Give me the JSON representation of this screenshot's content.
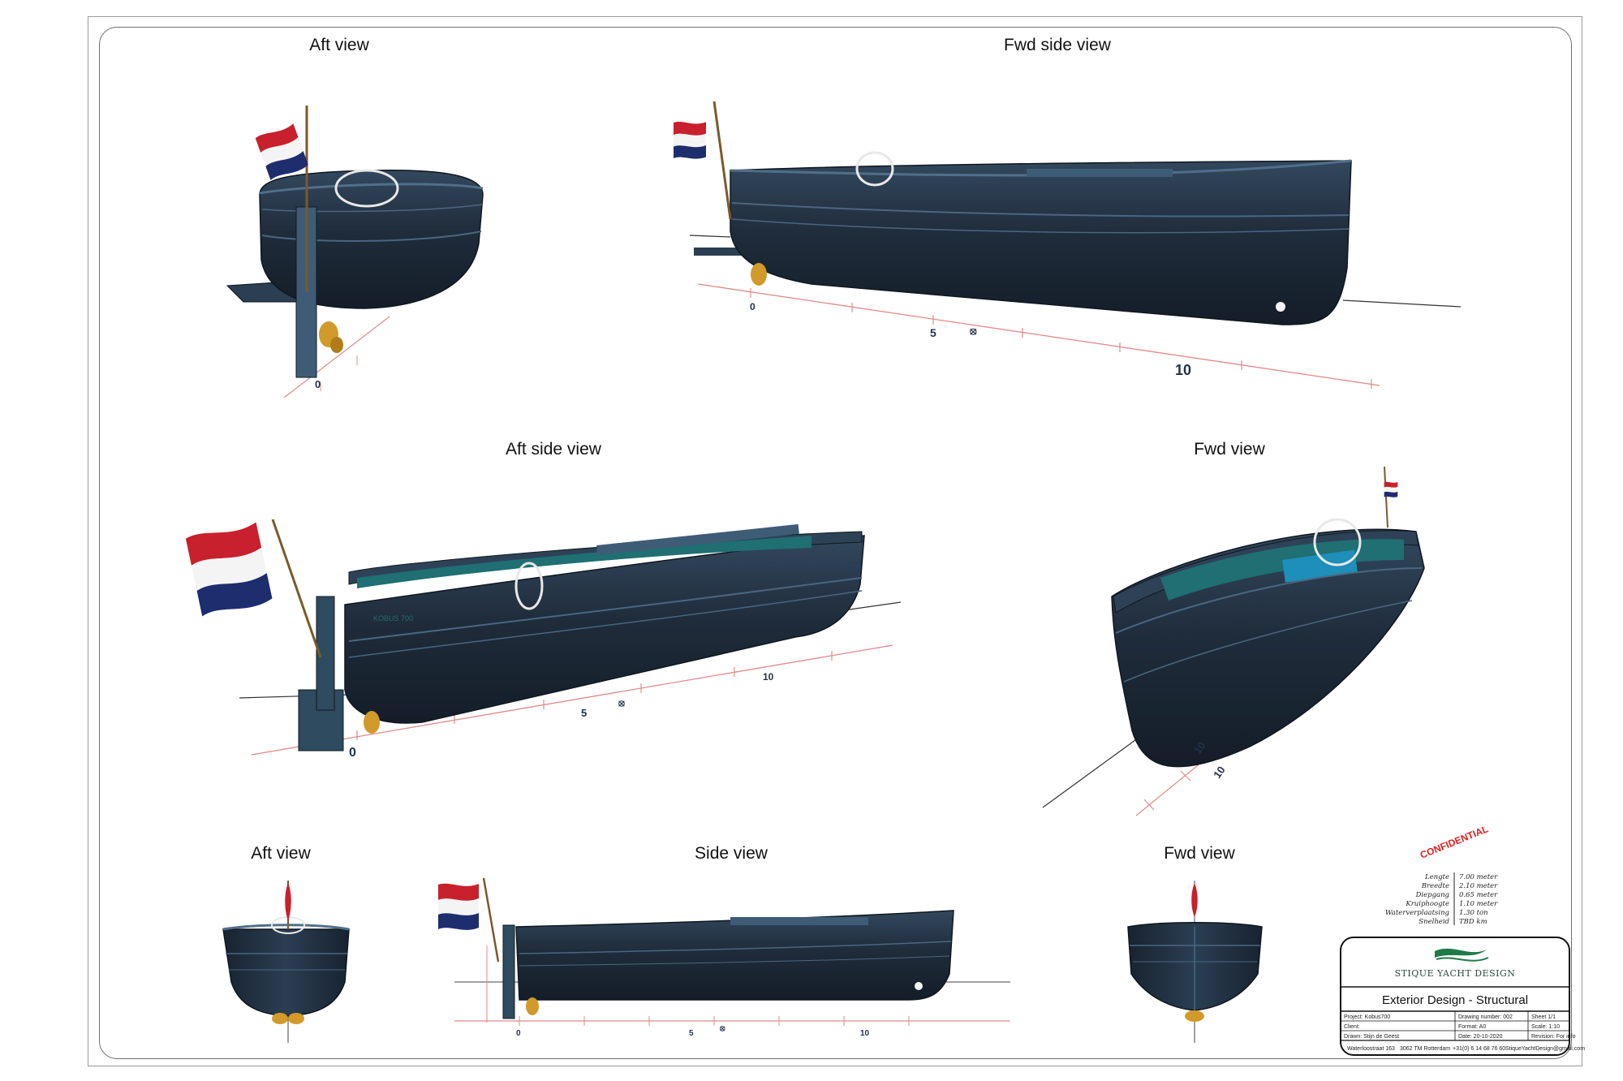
{
  "views": {
    "aft_top": "Aft view",
    "fwd_side": "Fwd side view",
    "aft_side": "Aft side view",
    "fwd_mid": "Fwd view",
    "aft_bottom": "Aft view",
    "side": "Side view",
    "fwd_bottom": "Fwd view"
  },
  "scale_marks": {
    "zero": "0",
    "five": "5",
    "ten": "10",
    "midship": "⦻"
  },
  "hull_name": "KOBUS 700",
  "confidential": "CONFIDENTIAL",
  "specs": [
    {
      "label": "Lengte",
      "value": "7.00 meter"
    },
    {
      "label": "Breedte",
      "value": "2.10 meter"
    },
    {
      "label": "Diepgang",
      "value": "0.65 meter"
    },
    {
      "label": "Kruiphoogte",
      "value": "1.10 meter"
    },
    {
      "label": "Waterverplaatsing",
      "value": "1.30 ton"
    },
    {
      "label": "Snelheid",
      "value": "TBD km"
    }
  ],
  "title_block": {
    "brand": "STIQUE YACHT DESIGN",
    "title": "Exterior Design - Structural",
    "project": "Project: Kobus700",
    "drawing_number": "Drawing number: 002",
    "sheet": "Sheet 1/1",
    "client": "Client:",
    "format": "Format: A0",
    "scale": "Scale: 1:10",
    "drawn": "Drawn: Stijn de Geest",
    "date": "Date: 20-10-2020",
    "revision": "Revision: For info",
    "address": "Waterloostraat 163",
    "city": "3062 TM Rotterdam",
    "phone": "+31(0) 6 14 68 76 60",
    "email": "StiqueYachtDesign@gmail.com"
  },
  "colors": {
    "hull": "#1f2c3b",
    "hull_light": "#2e4257",
    "deck": "#3f5c76",
    "interior": "#1f6f73",
    "flag_red": "#c8202c",
    "flag_blue": "#1e2d6e",
    "propeller": "#d19a2a",
    "grid_red": "#e08a8a"
  }
}
